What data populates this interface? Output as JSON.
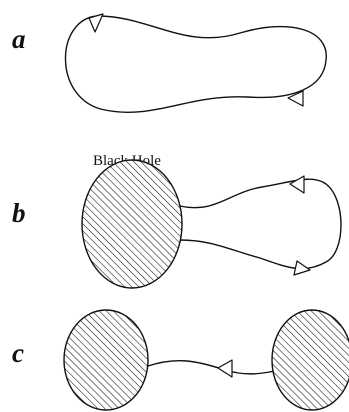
{
  "figure": {
    "panels": [
      {
        "label": "a"
      },
      {
        "label": "b"
      },
      {
        "label": "c"
      }
    ],
    "black_hole_label": "Black Hole"
  }
}
